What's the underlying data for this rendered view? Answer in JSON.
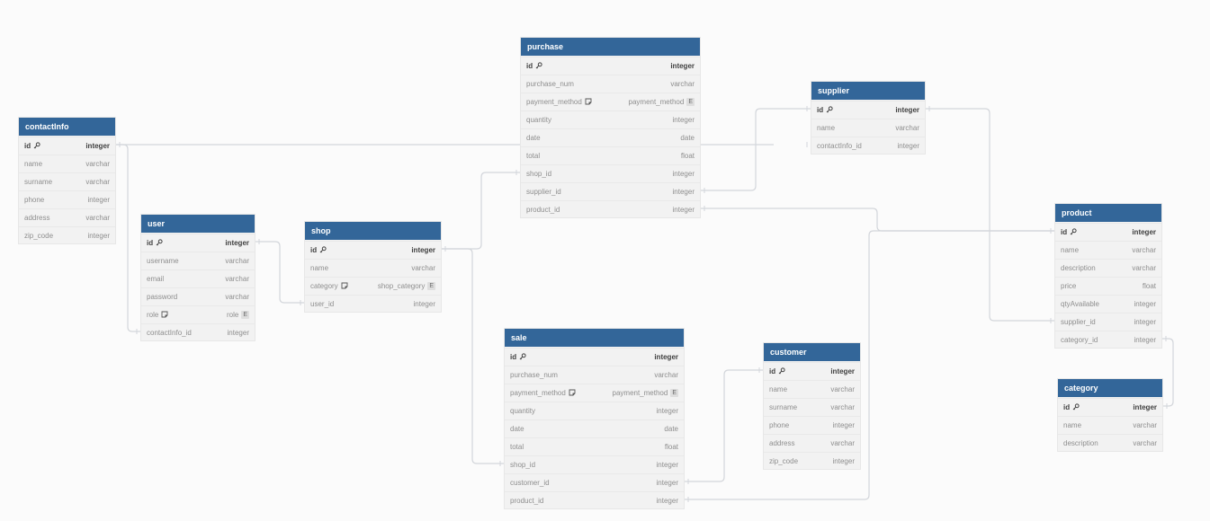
{
  "colors": {
    "header": "#336699",
    "canvas": "#fbfbfb",
    "row": "#f2f2f2",
    "link": "#d3d6db"
  },
  "tables": [
    {
      "id": "contactInfo",
      "name": "contactInfo",
      "fields": [
        {
          "name": "id",
          "type": "integer",
          "pk": true
        },
        {
          "name": "name",
          "type": "varchar"
        },
        {
          "name": "surname",
          "type": "varchar"
        },
        {
          "name": "phone",
          "type": "integer"
        },
        {
          "name": "address",
          "type": "varchar"
        },
        {
          "name": "zip_code",
          "type": "integer"
        }
      ]
    },
    {
      "id": "user",
      "name": "user",
      "fields": [
        {
          "name": "id",
          "type": "integer",
          "pk": true
        },
        {
          "name": "username",
          "type": "varchar"
        },
        {
          "name": "email",
          "type": "varchar"
        },
        {
          "name": "password",
          "type": "varchar"
        },
        {
          "name": "role",
          "type": "role",
          "note": true,
          "enum": "E"
        },
        {
          "name": "contactInfo_id",
          "type": "integer"
        }
      ]
    },
    {
      "id": "shop",
      "name": "shop",
      "fields": [
        {
          "name": "id",
          "type": "integer",
          "pk": true
        },
        {
          "name": "name",
          "type": "varchar"
        },
        {
          "name": "category",
          "type": "shop_category",
          "note": true,
          "enum": "E"
        },
        {
          "name": "user_id",
          "type": "integer"
        }
      ]
    },
    {
      "id": "purchase",
      "name": "purchase",
      "fields": [
        {
          "name": "id",
          "type": "integer",
          "pk": true
        },
        {
          "name": "purchase_num",
          "type": "varchar"
        },
        {
          "name": "payment_method",
          "type": "payment_method",
          "note": true,
          "enum": "E"
        },
        {
          "name": "quantity",
          "type": "integer"
        },
        {
          "name": "date",
          "type": "date"
        },
        {
          "name": "total",
          "type": "float"
        },
        {
          "name": "shop_id",
          "type": "integer"
        },
        {
          "name": "supplier_id",
          "type": "integer"
        },
        {
          "name": "product_id",
          "type": "integer"
        }
      ]
    },
    {
      "id": "supplier",
      "name": "supplier",
      "fields": [
        {
          "name": "id",
          "type": "integer",
          "pk": true
        },
        {
          "name": "name",
          "type": "varchar"
        },
        {
          "name": "contactInfo_id",
          "type": "integer"
        }
      ]
    },
    {
      "id": "sale",
      "name": "sale",
      "fields": [
        {
          "name": "id",
          "type": "integer",
          "pk": true
        },
        {
          "name": "purchase_num",
          "type": "varchar"
        },
        {
          "name": "payment_method",
          "type": "payment_method",
          "note": true,
          "enum": "E"
        },
        {
          "name": "quantity",
          "type": "integer"
        },
        {
          "name": "date",
          "type": "date"
        },
        {
          "name": "total",
          "type": "float"
        },
        {
          "name": "shop_id",
          "type": "integer"
        },
        {
          "name": "customer_id",
          "type": "integer"
        },
        {
          "name": "product_id",
          "type": "integer"
        }
      ]
    },
    {
      "id": "customer",
      "name": "customer",
      "fields": [
        {
          "name": "id",
          "type": "integer",
          "pk": true
        },
        {
          "name": "name",
          "type": "varchar"
        },
        {
          "name": "surname",
          "type": "varchar"
        },
        {
          "name": "phone",
          "type": "integer"
        },
        {
          "name": "address",
          "type": "varchar"
        },
        {
          "name": "zip_code",
          "type": "integer"
        }
      ]
    },
    {
      "id": "product",
      "name": "product",
      "fields": [
        {
          "name": "id",
          "type": "integer",
          "pk": true
        },
        {
          "name": "name",
          "type": "varchar"
        },
        {
          "name": "description",
          "type": "varchar"
        },
        {
          "name": "price",
          "type": "float"
        },
        {
          "name": "qtyAvailable",
          "type": "integer"
        },
        {
          "name": "supplier_id",
          "type": "integer"
        },
        {
          "name": "category_id",
          "type": "integer"
        }
      ]
    },
    {
      "id": "category",
      "name": "category",
      "fields": [
        {
          "name": "id",
          "type": "integer",
          "pk": true
        },
        {
          "name": "name",
          "type": "varchar"
        },
        {
          "name": "description",
          "type": "varchar"
        }
      ]
    }
  ],
  "relations": [
    {
      "from": "contactInfo.id",
      "to": "user.contactInfo_id"
    },
    {
      "from": "contactInfo.id",
      "to": "supplier.contactInfo_id"
    },
    {
      "from": "user.id",
      "to": "shop.user_id"
    },
    {
      "from": "shop.id",
      "to": "purchase.shop_id"
    },
    {
      "from": "shop.id",
      "to": "sale.shop_id"
    },
    {
      "from": "supplier.id",
      "to": "purchase.supplier_id"
    },
    {
      "from": "supplier.id",
      "to": "product.supplier_id"
    },
    {
      "from": "product.id",
      "to": "purchase.product_id"
    },
    {
      "from": "product.id",
      "to": "sale.product_id"
    },
    {
      "from": "customer.id",
      "to": "sale.customer_id"
    },
    {
      "from": "category.id",
      "to": "product.category_id"
    }
  ]
}
